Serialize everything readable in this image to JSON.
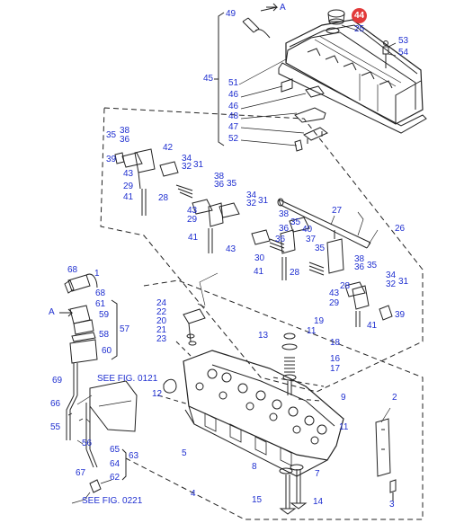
{
  "diagram": {
    "highlight_color": "#e23a3a",
    "label_color": "#1f2fd0",
    "line_color": "#222222",
    "highlighted_part": "44"
  },
  "labels": {
    "p1": "1",
    "p2": "2",
    "p3": "3",
    "p4": "4",
    "p5": "5",
    "p7": "7",
    "p8": "8",
    "p9": "9",
    "p11": "11",
    "p12": "12",
    "p13": "13",
    "p14": "14",
    "p15": "15",
    "p16": "16",
    "p17": "17",
    "p18": "18",
    "p19": "19",
    "p20": "20",
    "p21": "21",
    "p22": "22",
    "p23": "23",
    "p24": "24",
    "p25": "25",
    "p26": "26",
    "p27": "27",
    "p28a": "28",
    "p28b": "28",
    "p28c": "28",
    "p29a": "29",
    "p29b": "29",
    "p29c": "29",
    "p30": "30",
    "p31a": "31",
    "p31b": "31",
    "p31c": "31",
    "p32a": "32",
    "p32b": "32",
    "p32c": "32",
    "p34a": "34",
    "p34b": "34",
    "p34c": "34",
    "p35a": "35",
    "p35b": "35",
    "p35c": "35",
    "p35d": "35",
    "p36a": "36",
    "p36b": "36",
    "p36c": "36",
    "p36d": "36",
    "p37": "37",
    "p38a": "38",
    "p38b": "38",
    "p38c": "38",
    "p38d": "38",
    "p39a": "39",
    "p39b": "39",
    "p40": "40",
    "p41a": "41",
    "p41b": "41",
    "p41c": "41",
    "p41d": "41",
    "p42": "42",
    "p43a": "43",
    "p43b": "43",
    "p43c": "43",
    "p43d": "43",
    "p44": "44",
    "p45": "45",
    "p46a": "46",
    "p46b": "46",
    "p47": "47",
    "p48": "48",
    "p49": "49",
    "p51": "51",
    "p52": "52",
    "p53": "53",
    "p54": "54",
    "p55": "55",
    "p56": "56",
    "p57": "57",
    "p58": "58",
    "p59": "59",
    "p60": "60",
    "p61": "61",
    "p62": "62",
    "p63": "63",
    "p64": "64",
    "p65": "65",
    "p66": "66",
    "p67": "67",
    "p68a": "68",
    "p68b": "68",
    "p69": "69",
    "letterA1": "A",
    "letterA2": "A"
  },
  "references": {
    "fig0121": "SEE FIG. 0121",
    "fig0221": "SEE FIG. 0221"
  }
}
